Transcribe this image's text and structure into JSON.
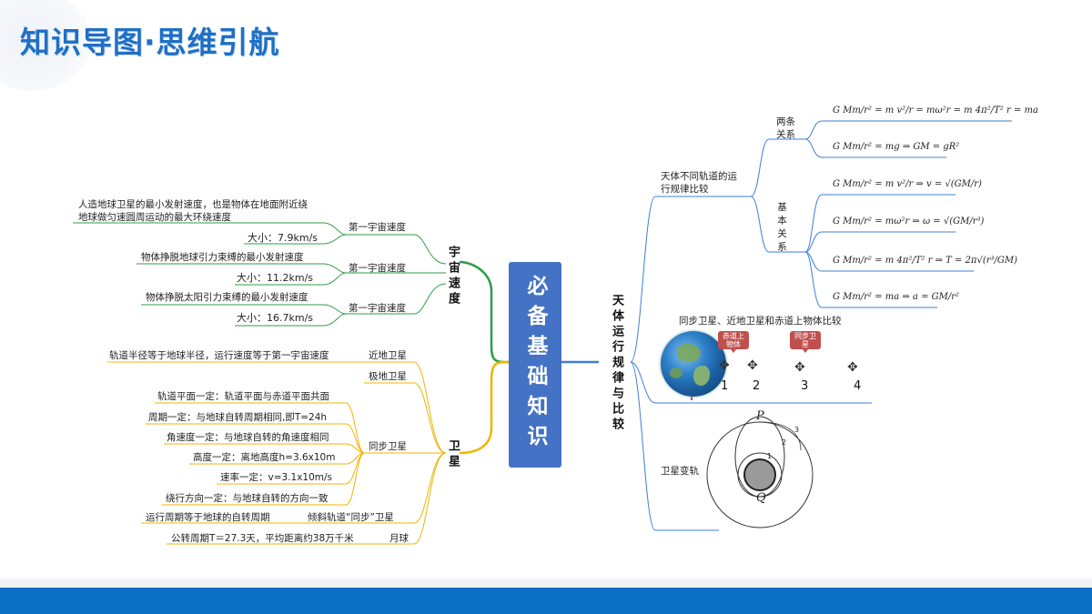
{
  "header": {
    "title": "知识导图·思维引航"
  },
  "center": {
    "label": "必备基础知识"
  },
  "branches": {
    "cosmic": {
      "label": "宇宙速度"
    },
    "satellite": {
      "label": "卫星"
    },
    "celestial": {
      "label": "天体运行规律与比较"
    }
  },
  "cosmic_items": [
    {
      "name": "第一宇宙速度",
      "desc": "人造地球卫星的最小发射速度，也是物体在地面附近绕",
      "desc2": "地球做匀速圆周运动的最大环绕速度",
      "size": "大小：7.9km/s"
    },
    {
      "name": "第一宇宙速度",
      "desc": "物体挣脱地球引力束缚的最小发射速度",
      "desc2": "",
      "size": "大小：11.2km/s"
    },
    {
      "name": "第一宇宙速度",
      "desc": "物体挣脱太阳引力束缚的最小发射速度",
      "desc2": "",
      "size": "大小：16.7km/s"
    }
  ],
  "satellite_items": {
    "near": {
      "name": "近地卫星",
      "desc": "轨道半径等于地球半径，运行速度等于第一宇宙速度"
    },
    "polar": {
      "name": "极地卫星"
    },
    "geo": {
      "name": "同步卫星",
      "props": [
        "轨道平面一定：轨道平面与赤道平面共面",
        "周期一定：与地球自转周期相同,即T=24h",
        "角速度一定：与地球自转的角速度相同",
        "高度一定：离地高度h=3.6x10m",
        "速率一定：v=3.1x10m/s",
        "绕行方向一定：与地球自转的方向一致"
      ]
    },
    "inclined": {
      "name": "倾斜轨道“同步”卫星",
      "desc": "运行周期等于地球的自转周期"
    },
    "moon": {
      "name": "月球",
      "desc": "公转周期T＝27.3天，平均距离约38万千米"
    }
  },
  "celestial_items": {
    "orbits": {
      "label": "天体不同轨道的运行规律比较",
      "label_line1": "天体不同轨道的运",
      "label_line2": "行规律比较"
    },
    "two_relations": {
      "label_line1": "两条",
      "label_line2": "关系"
    },
    "basic_relations": {
      "label": "基本关系"
    },
    "sync_compare": {
      "label": "同步卫星、近地卫星和赤道上物体比较"
    },
    "transfer": {
      "label": "卫星变轨"
    }
  },
  "formulas": {
    "two_1": "G Mm/r² = m v²/r = mω²r = m 4π²/T² r = ma",
    "two_2": "G Mm/r² = mg ⇒ GM = gR²",
    "basic_1": "G Mm/r² = m v²/r ⇒ v = √(GM/r)",
    "basic_2": "G Mm/r² = mω²r ⇒ ω = √(GM/r³)",
    "basic_3": "G Mm/r² = m 4π²/T² r ⇒ T = 2π√(r³/GM)",
    "basic_4": "G Mm/r² = ma ⇒ a = GM/r²"
  },
  "sync_figure": {
    "callout_equator": "赤道上物体",
    "callout_sync": "同步卫星",
    "numbers": [
      "1",
      "2",
      "3",
      "4"
    ]
  },
  "transfer_figure": {
    "p": "P",
    "q": "Q",
    "orbit_labels": [
      "1",
      "2",
      "3"
    ]
  },
  "colors": {
    "green": "#2e9c4a",
    "yellow": "#f0b400",
    "blue": "#3c7fd6",
    "center": "#4472c4",
    "band": "#0a6fc2"
  }
}
